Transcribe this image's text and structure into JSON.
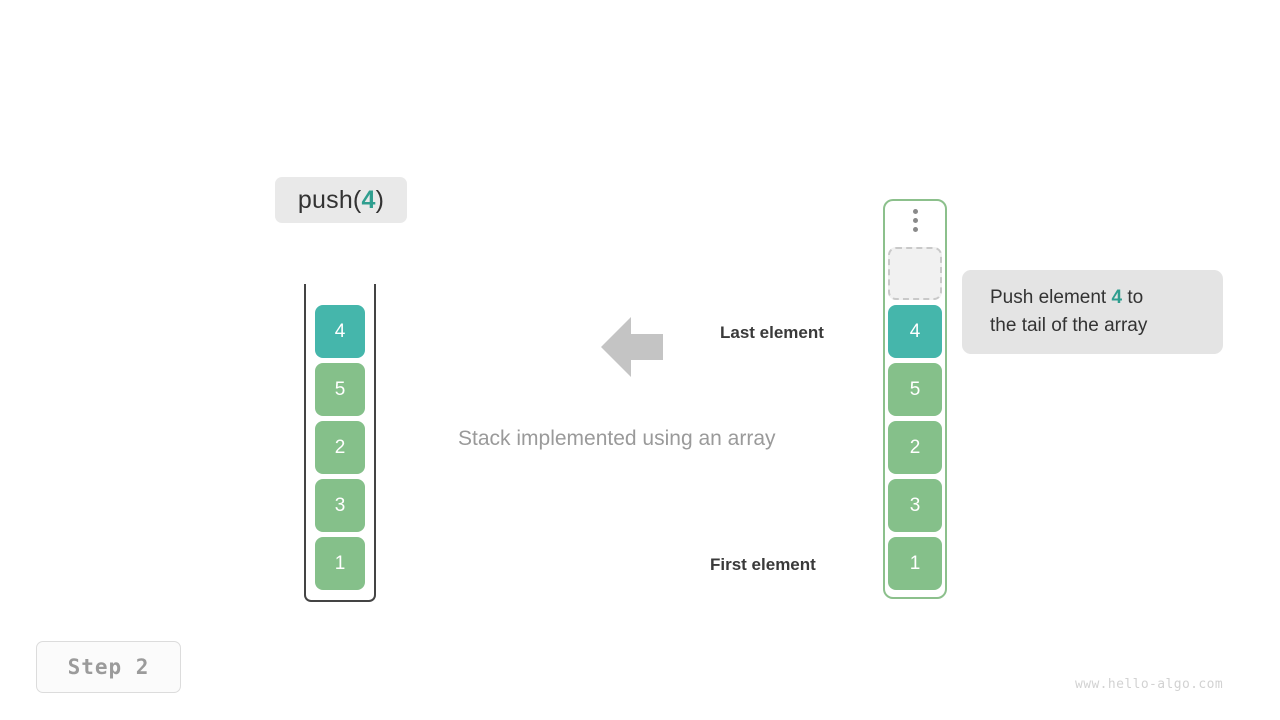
{
  "operation": {
    "prefix": "push(",
    "value": "4",
    "suffix": ")"
  },
  "stack": {
    "title": "Stack implemented using an array",
    "items": [
      {
        "value": "4",
        "style": "teal"
      },
      {
        "value": "5",
        "style": "green"
      },
      {
        "value": "2",
        "style": "green"
      },
      {
        "value": "3",
        "style": "green"
      },
      {
        "value": "1",
        "style": "green"
      }
    ]
  },
  "array": {
    "ellipsis_icon": "vertical-dots-icon",
    "items": [
      {
        "value": "",
        "style": "empty"
      },
      {
        "value": "4",
        "style": "teal"
      },
      {
        "value": "5",
        "style": "green"
      },
      {
        "value": "2",
        "style": "green"
      },
      {
        "value": "3",
        "style": "green"
      },
      {
        "value": "1",
        "style": "green"
      }
    ]
  },
  "tooltip": {
    "line1_prefix": "Push element ",
    "line1_value": "4",
    "line1_suffix": " to",
    "line2": "the tail of the array"
  },
  "annotations": {
    "last_element": "Last element",
    "first_element": "First element",
    "arrow_icon": "arrow-left-icon"
  },
  "step": {
    "label": "Step 2"
  },
  "watermark": "www.hello-algo.com",
  "colors": {
    "teal": "#45b6ab",
    "green": "#85c08a",
    "accent_text": "#2f9e8f",
    "frame_dark": "#444444",
    "frame_green": "#8cc08c",
    "chip_bg": "#e9e9e9",
    "tooltip_bg": "#e4e4e4",
    "arrow": "#c4c4c4"
  }
}
